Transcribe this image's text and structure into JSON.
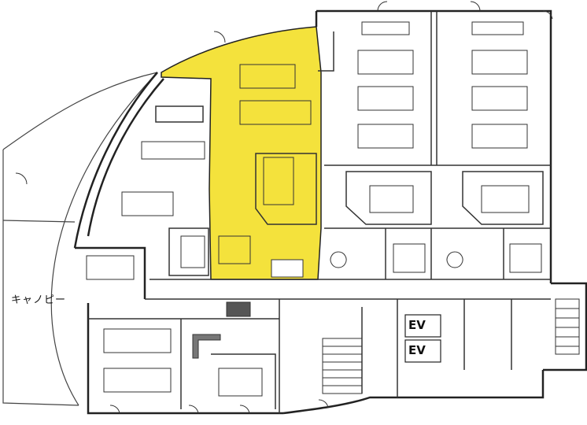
{
  "labels": {
    "canopy": "キャノピー",
    "elevator_1": "EV",
    "elevator_2": "EV"
  },
  "colors": {
    "highlight": "#f4e23c",
    "wall": "#222222",
    "furniture": "#333333",
    "background": "#ffffff"
  }
}
